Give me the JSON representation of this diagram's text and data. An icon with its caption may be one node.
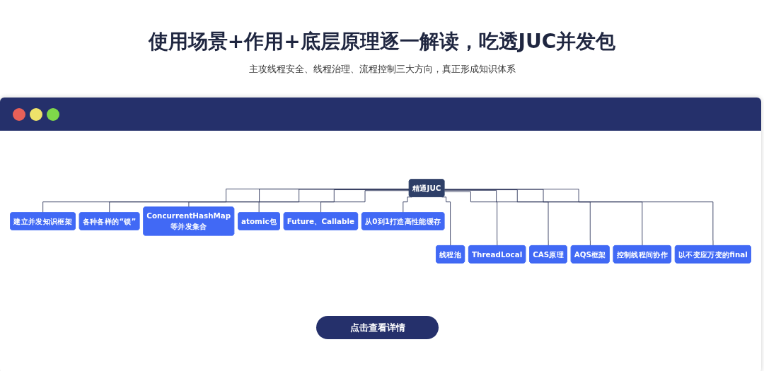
{
  "diagram": {
    "title": "使用场景+作用+底层原理逐一解读，吃透JUC并发包",
    "caption": "主攻线程安全、线程治理、流程控制三大方向，真正形成知识体系",
    "nodes": [
      {
        "text": [
          "精通JUC"
        ]
      },
      {
        "text": [
          "建立并发知识框架"
        ]
      },
      {
        "text": [
          "线程池"
        ]
      },
      {
        "text": [
          "各种各样的“锁”"
        ]
      },
      {
        "text": [
          "ThreadLocal"
        ]
      },
      {
        "text": [
          "ConcurrentHashMap等并发集合"
        ]
      },
      {
        "text": [
          "CAS原理"
        ]
      },
      {
        "text": [
          "AQS框架"
        ]
      },
      {
        "text": [
          "atomic包"
        ]
      },
      {
        "text": [
          "控制线程间协作"
        ]
      },
      {
        "text": [
          "Future、Callable"
        ]
      },
      {
        "text": [
          "以不变应万变的final"
        ]
      },
      {
        "text": [
          "从0到1打造高性能缓存"
        ]
      }
    ],
    "edges": [
      {
        "from": 0,
        "to": 1,
        "arrow": "none"
      },
      {
        "from": 0,
        "to": 2,
        "arrow": "none"
      },
      {
        "from": 0,
        "to": 3,
        "arrow": "none"
      },
      {
        "from": 0,
        "to": 4,
        "arrow": "none"
      },
      {
        "from": 0,
        "to": 5,
        "arrow": "none"
      },
      {
        "from": 0,
        "to": 6,
        "arrow": "none"
      },
      {
        "from": 0,
        "to": 7,
        "arrow": "none"
      },
      {
        "from": 0,
        "to": 8,
        "arrow": "none"
      },
      {
        "from": 0,
        "to": 9,
        "arrow": "none"
      },
      {
        "from": 0,
        "to": 10,
        "arrow": "none"
      },
      {
        "from": 0,
        "to": 11,
        "arrow": "none"
      },
      {
        "from": 0,
        "to": 12,
        "arrow": "none"
      }
    ],
    "labels": [
      "点击查看详情"
    ]
  }
}
